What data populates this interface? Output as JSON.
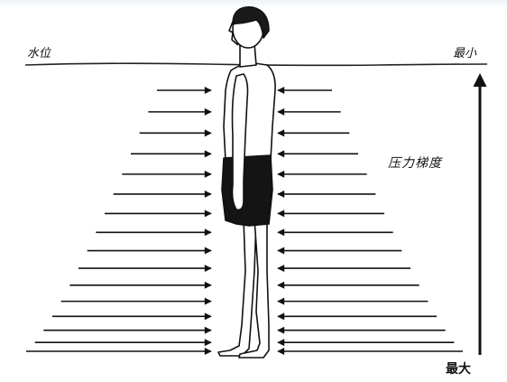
{
  "labels": {
    "water_level": "水位",
    "minimum": "最小",
    "pressure_gradient": "压力梯度",
    "maximum": "最大"
  },
  "arrows": {
    "rows": 16
  },
  "colors": {
    "ink": "#111111",
    "skin": "#ffffff",
    "hair": "#1a1a1a"
  }
}
